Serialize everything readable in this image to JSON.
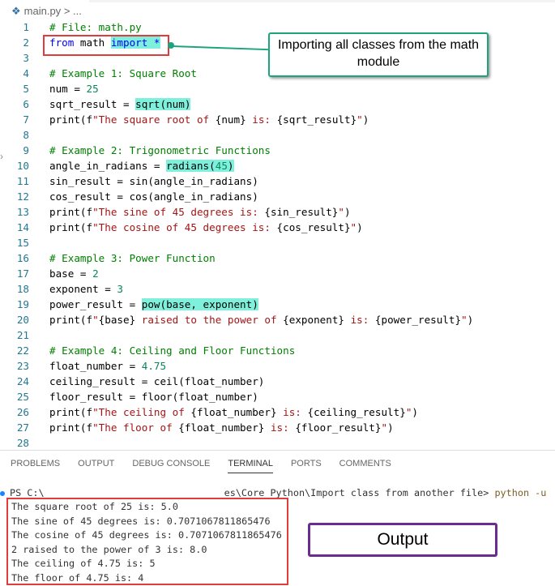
{
  "breadcrumb": {
    "file": "main.py",
    "rest": "> ...",
    "icon": "python-icon"
  },
  "code": [
    [
      [
        "# File: math.py",
        "c"
      ]
    ],
    [
      [
        "from",
        "k"
      ],
      [
        " math ",
        "p"
      ],
      [
        "import *",
        "k",
        "hl"
      ]
    ],
    [],
    [
      [
        "# Example 1: Square Root",
        "c"
      ]
    ],
    [
      [
        "num = ",
        "p"
      ],
      [
        "25",
        "n"
      ]
    ],
    [
      [
        "sqrt_result = ",
        "p"
      ],
      [
        "sqrt(num)",
        "p",
        "hl"
      ]
    ],
    [
      [
        "print(f",
        "p"
      ],
      [
        "\"The square root of ",
        "s"
      ],
      [
        "{num}",
        "p"
      ],
      [
        " is: ",
        "s"
      ],
      [
        "{sqrt_result}",
        "p"
      ],
      [
        "\"",
        "s"
      ],
      [
        ")",
        "p"
      ]
    ],
    [],
    [
      [
        "# Example 2: Trigonometric Functions",
        "c"
      ]
    ],
    [
      [
        "angle_in_radians = ",
        "p"
      ],
      [
        "radians(",
        "p",
        "hl"
      ],
      [
        "45",
        "n",
        "hl"
      ],
      [
        ")",
        "p",
        "hl"
      ]
    ],
    [
      [
        "sin_result = sin(angle_in_radians)",
        "p"
      ]
    ],
    [
      [
        "cos_result = cos(angle_in_radians)",
        "p"
      ]
    ],
    [
      [
        "print(f",
        "p"
      ],
      [
        "\"The sine of 45 degrees is: ",
        "s"
      ],
      [
        "{sin_result}",
        "p"
      ],
      [
        "\"",
        "s"
      ],
      [
        ")",
        "p"
      ]
    ],
    [
      [
        "print(f",
        "p"
      ],
      [
        "\"The cosine of 45 degrees is: ",
        "s"
      ],
      [
        "{cos_result}",
        "p"
      ],
      [
        "\"",
        "s"
      ],
      [
        ")",
        "p"
      ]
    ],
    [],
    [
      [
        "# Example 3: Power Function",
        "c"
      ]
    ],
    [
      [
        "base = ",
        "p"
      ],
      [
        "2",
        "n"
      ]
    ],
    [
      [
        "exponent = ",
        "p"
      ],
      [
        "3",
        "n"
      ]
    ],
    [
      [
        "power_result = ",
        "p"
      ],
      [
        "pow(base, exponent)",
        "p",
        "hl"
      ]
    ],
    [
      [
        "print(f",
        "p"
      ],
      [
        "\"",
        "s"
      ],
      [
        "{base}",
        "p"
      ],
      [
        " raised to the power of ",
        "s"
      ],
      [
        "{exponent}",
        "p"
      ],
      [
        " is: ",
        "s"
      ],
      [
        "{power_result}",
        "p"
      ],
      [
        "\"",
        "s"
      ],
      [
        ")",
        "p"
      ]
    ],
    [],
    [
      [
        "# Example 4: Ceiling and Floor Functions",
        "c"
      ]
    ],
    [
      [
        "float_number = ",
        "p"
      ],
      [
        "4.75",
        "n"
      ]
    ],
    [
      [
        "ceiling_result = ceil(float_number)",
        "p"
      ]
    ],
    [
      [
        "floor_result = floor(float_number)",
        "p"
      ]
    ],
    [
      [
        "print(f",
        "p"
      ],
      [
        "\"The ceiling of ",
        "s"
      ],
      [
        "{float_number}",
        "p"
      ],
      [
        " is: ",
        "s"
      ],
      [
        "{ceiling_result}",
        "p"
      ],
      [
        "\"",
        "s"
      ],
      [
        ")",
        "p"
      ]
    ],
    [
      [
        "print(f",
        "p"
      ],
      [
        "\"The floor of ",
        "s"
      ],
      [
        "{float_number}",
        "p"
      ],
      [
        " is: ",
        "s"
      ],
      [
        "{floor_result}",
        "p"
      ],
      [
        "\"",
        "s"
      ],
      [
        ")",
        "p"
      ]
    ],
    []
  ],
  "callout": "Importing all classes from the math module",
  "panel": {
    "tabs": [
      "PROBLEMS",
      "OUTPUT",
      "DEBUG CONSOLE",
      "TERMINAL",
      "PORTS",
      "COMMENTS"
    ],
    "active": "TERMINAL"
  },
  "output_label": "Output",
  "terminal": {
    "prompt_start": "PS C:\\",
    "prompt_end": "es\\Core Python\\Import class from another file> ",
    "command": "python -u",
    "lines": [
      "The square root of 25 is: 5.0",
      "The sine of 45 degrees is: 0.7071067811865476",
      "The cosine of 45 degrees is: 0.7071067811865476",
      "2 raised to the power of 3 is: 8.0",
      "The ceiling of 4.75 is: 5",
      "The floor of 4.75 is: 4"
    ]
  },
  "colors": {
    "highlight": "#7ff0dc",
    "callout_border": "#1fa37d",
    "red_box": "#e03c3c",
    "output_box": "#6b2c91"
  }
}
